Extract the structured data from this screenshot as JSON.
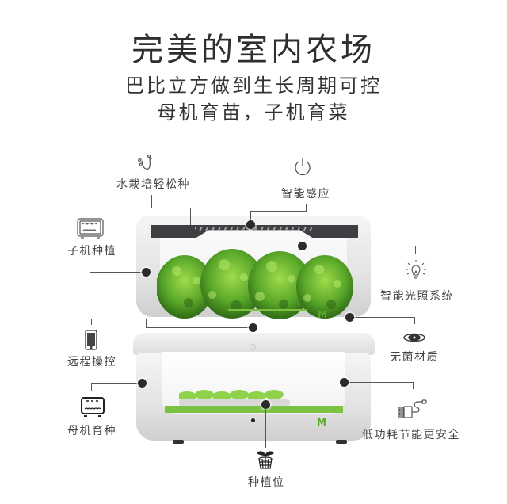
{
  "header": {
    "title": "完美的室内农场",
    "subtitle_line1": "巴比立方做到生长周期可控",
    "subtitle_line2": "母机育苗，子机育菜"
  },
  "features": {
    "hydroponics": {
      "label": "水栽培轻松种",
      "icon": "sprout-icon"
    },
    "smart_sensing": {
      "label": "智能感应",
      "icon": "power-icon"
    },
    "child_unit": {
      "label": "子机种植",
      "icon": "child-unit-icon"
    },
    "smart_lighting": {
      "label": "智能光照系统",
      "icon": "lightbulb-icon"
    },
    "sterile_material": {
      "label": "无菌材质",
      "icon": "material-icon"
    },
    "remote_control": {
      "label": "远程操控",
      "icon": "smartphone-icon"
    },
    "mother_unit": {
      "label": "母机育种",
      "icon": "mother-unit-icon"
    },
    "low_power": {
      "label": "低功耗节能更安全",
      "icon": "plug-icon"
    },
    "planting_slot": {
      "label": "种植位",
      "icon": "planting-basket-icon"
    }
  },
  "product": {
    "logo_text": "M",
    "colors": {
      "accent_green": "#7cc242",
      "shell": "#ececec",
      "lightbar": "#3d3f42",
      "connector": "#555555"
    }
  }
}
